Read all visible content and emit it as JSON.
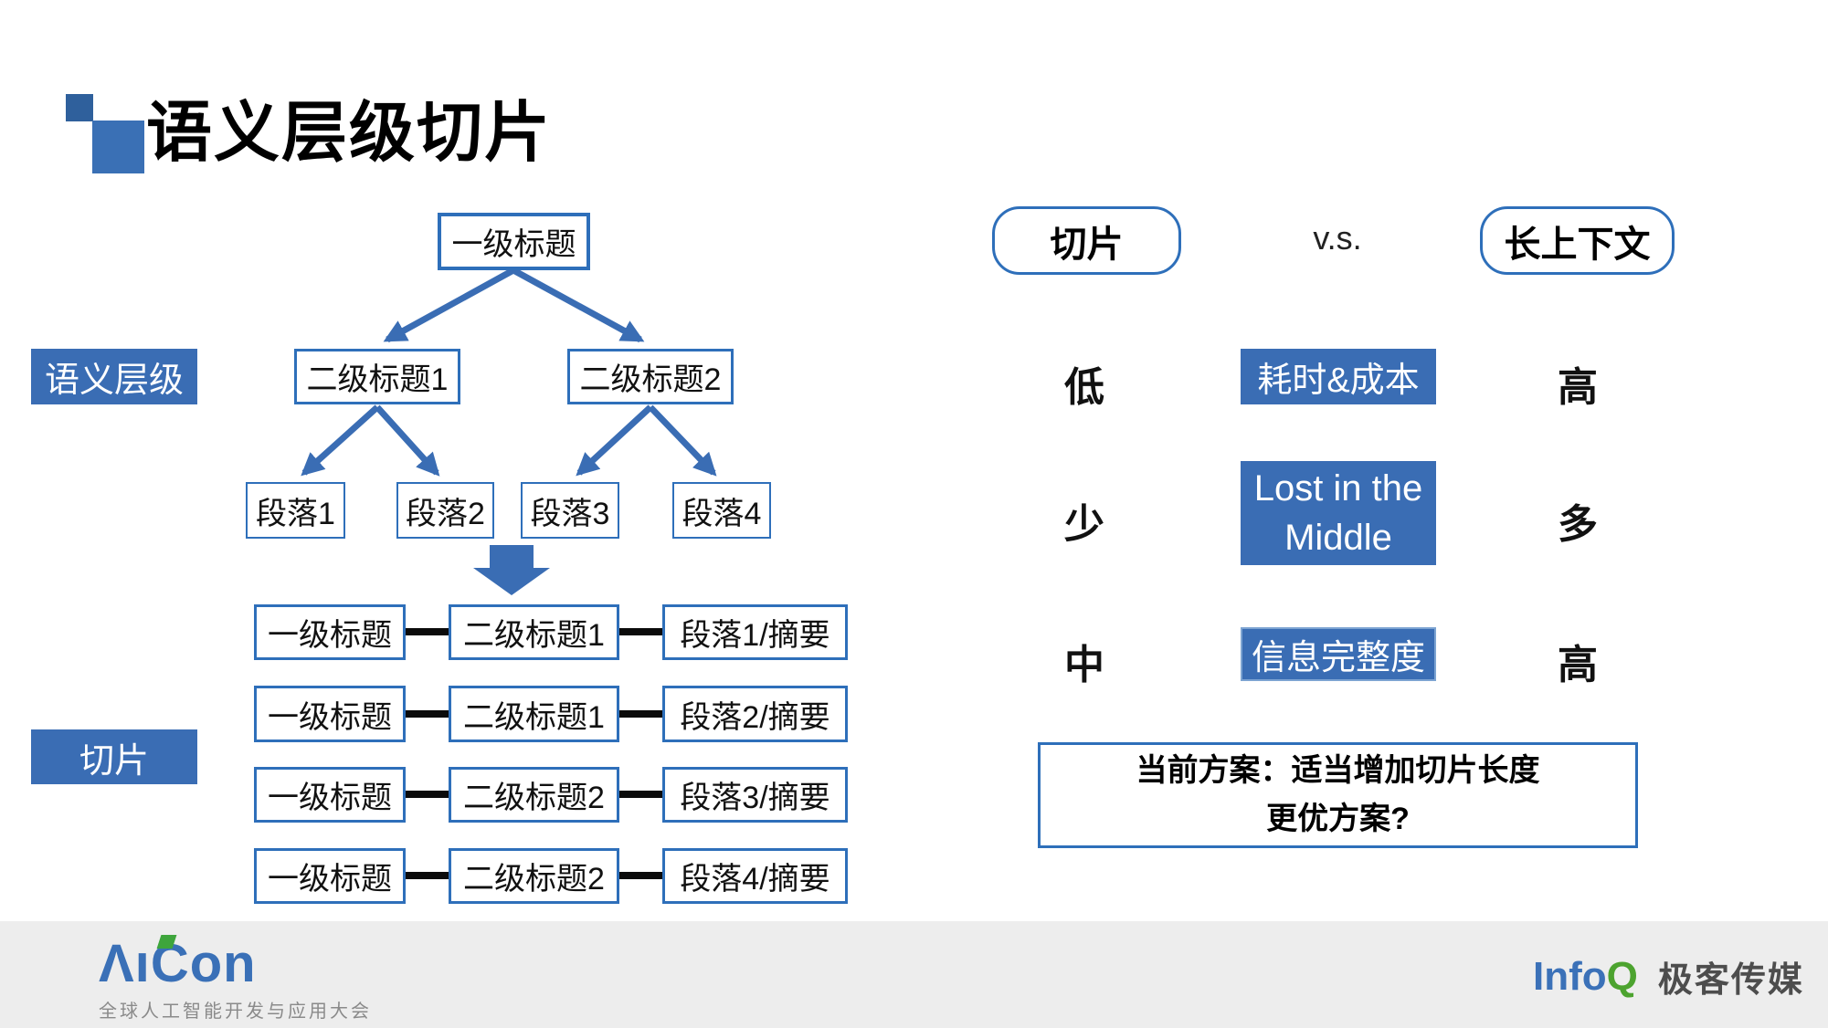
{
  "slide": {
    "title": "语义层级切片",
    "colors": {
      "primary_blue": "#3a6db4",
      "border_blue": "#2e6fba",
      "dark_square_blue": "#2f609c",
      "footer_bg": "#ededed",
      "connector_black": "#0b0b0b",
      "aicon_blue": "#3a70b7",
      "aicon_green": "#3ea53c",
      "infoq_blue": "#3b71b8",
      "infoq_green": "#4ca32f"
    }
  },
  "tree": {
    "group_label": "语义层级",
    "root": "一级标题",
    "level2": [
      "二级标题1",
      "二级标题2"
    ],
    "paragraphs": [
      "段落1",
      "段落2",
      "段落3",
      "段落4"
    ]
  },
  "slices": {
    "group_label": "切片",
    "rows": [
      [
        "一级标题",
        "二级标题1",
        "段落1/摘要"
      ],
      [
        "一级标题",
        "二级标题1",
        "段落2/摘要"
      ],
      [
        "一级标题",
        "二级标题2",
        "段落3/摘要"
      ],
      [
        "一级标题",
        "二级标题2",
        "段落4/摘要"
      ]
    ]
  },
  "comparison": {
    "left_pill": "切片",
    "vs": "v.s.",
    "right_pill": "长上下文",
    "rows": [
      {
        "left": "低",
        "metric": "耗时&成本",
        "right": "高"
      },
      {
        "left": "少",
        "metric": "Lost in the Middle",
        "right": "多"
      },
      {
        "left": "中",
        "metric": "信息完整度",
        "right": "高"
      }
    ],
    "note_line1": "当前方案：适当增加切片长度",
    "note_line2": "更优方案?"
  },
  "footer": {
    "aicon": {
      "part1": "Λı",
      "part2": "Con",
      "tagline": "全球人工智能开发与应用大会"
    },
    "infoq": {
      "info": "Info",
      "q": "Q",
      "media": "极客传媒"
    }
  }
}
